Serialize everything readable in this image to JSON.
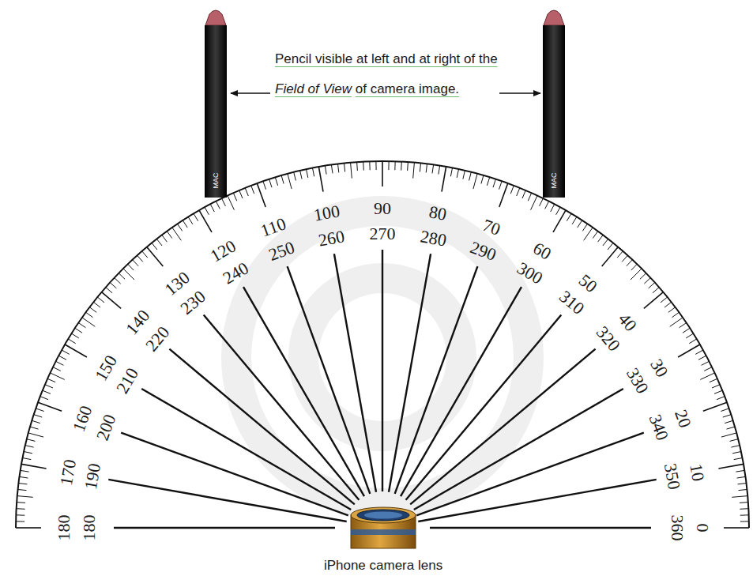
{
  "diagram": {
    "labels": [
      "Pencil visible at left and at right of the",
      "Field of View",
      "of camera image.",
      "MAC",
      "MAC",
      "180",
      "170",
      "160",
      "150",
      "140",
      "130",
      "120",
      "110",
      "100",
      "90",
      "80",
      "70",
      "60",
      "50",
      "40",
      "30",
      "20",
      "10",
      "0",
      "180",
      "190",
      "200",
      "210",
      "220",
      "230",
      "240",
      "250",
      "260",
      "270",
      "280",
      "290",
      "300",
      "310",
      "320",
      "330",
      "340",
      "350",
      "360",
      "iPhone camera lens"
    ]
  }
}
